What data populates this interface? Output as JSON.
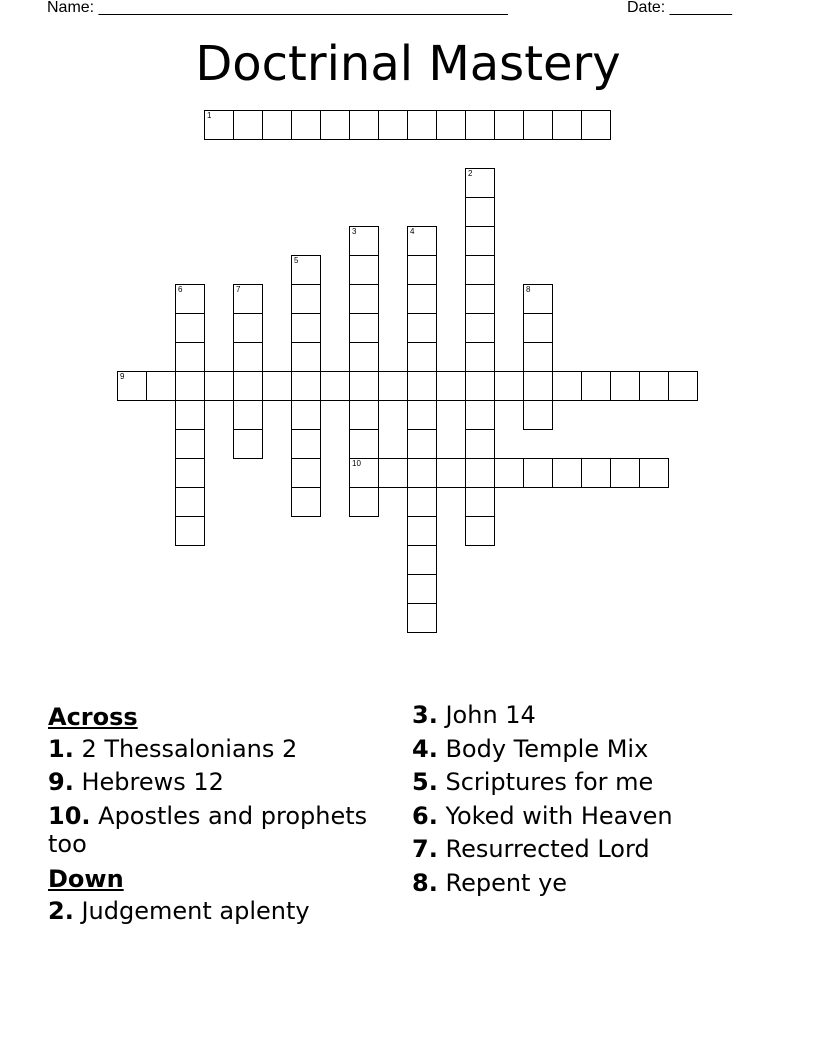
{
  "header": {
    "name_field": "Name: ______________________________________________",
    "date_field": "Date: _______"
  },
  "title": "Doctrinal Mastery",
  "grid_numbers": [
    "1",
    "2",
    "3",
    "4",
    "5",
    "6",
    "7",
    "8",
    "9",
    "10"
  ],
  "clues": {
    "across_heading": "Across",
    "down_heading": "Down",
    "across": [
      {
        "num": "1.",
        "text": "2 Thessalonians 2"
      },
      {
        "num": "9.",
        "text": "Hebrews 12"
      },
      {
        "num": "10.",
        "text": "Apostles and prophets too"
      }
    ],
    "down": [
      {
        "num": "2.",
        "text": "Judgement aplenty"
      },
      {
        "num": "3.",
        "text": "John 14"
      },
      {
        "num": "4.",
        "text": "Body Temple Mix"
      },
      {
        "num": "5.",
        "text": "Scriptures for me"
      },
      {
        "num": "6.",
        "text": "Yoked with Heaven"
      },
      {
        "num": "7.",
        "text": "Resurrected Lord"
      },
      {
        "num": "8.",
        "text": "Repent ye"
      }
    ]
  }
}
